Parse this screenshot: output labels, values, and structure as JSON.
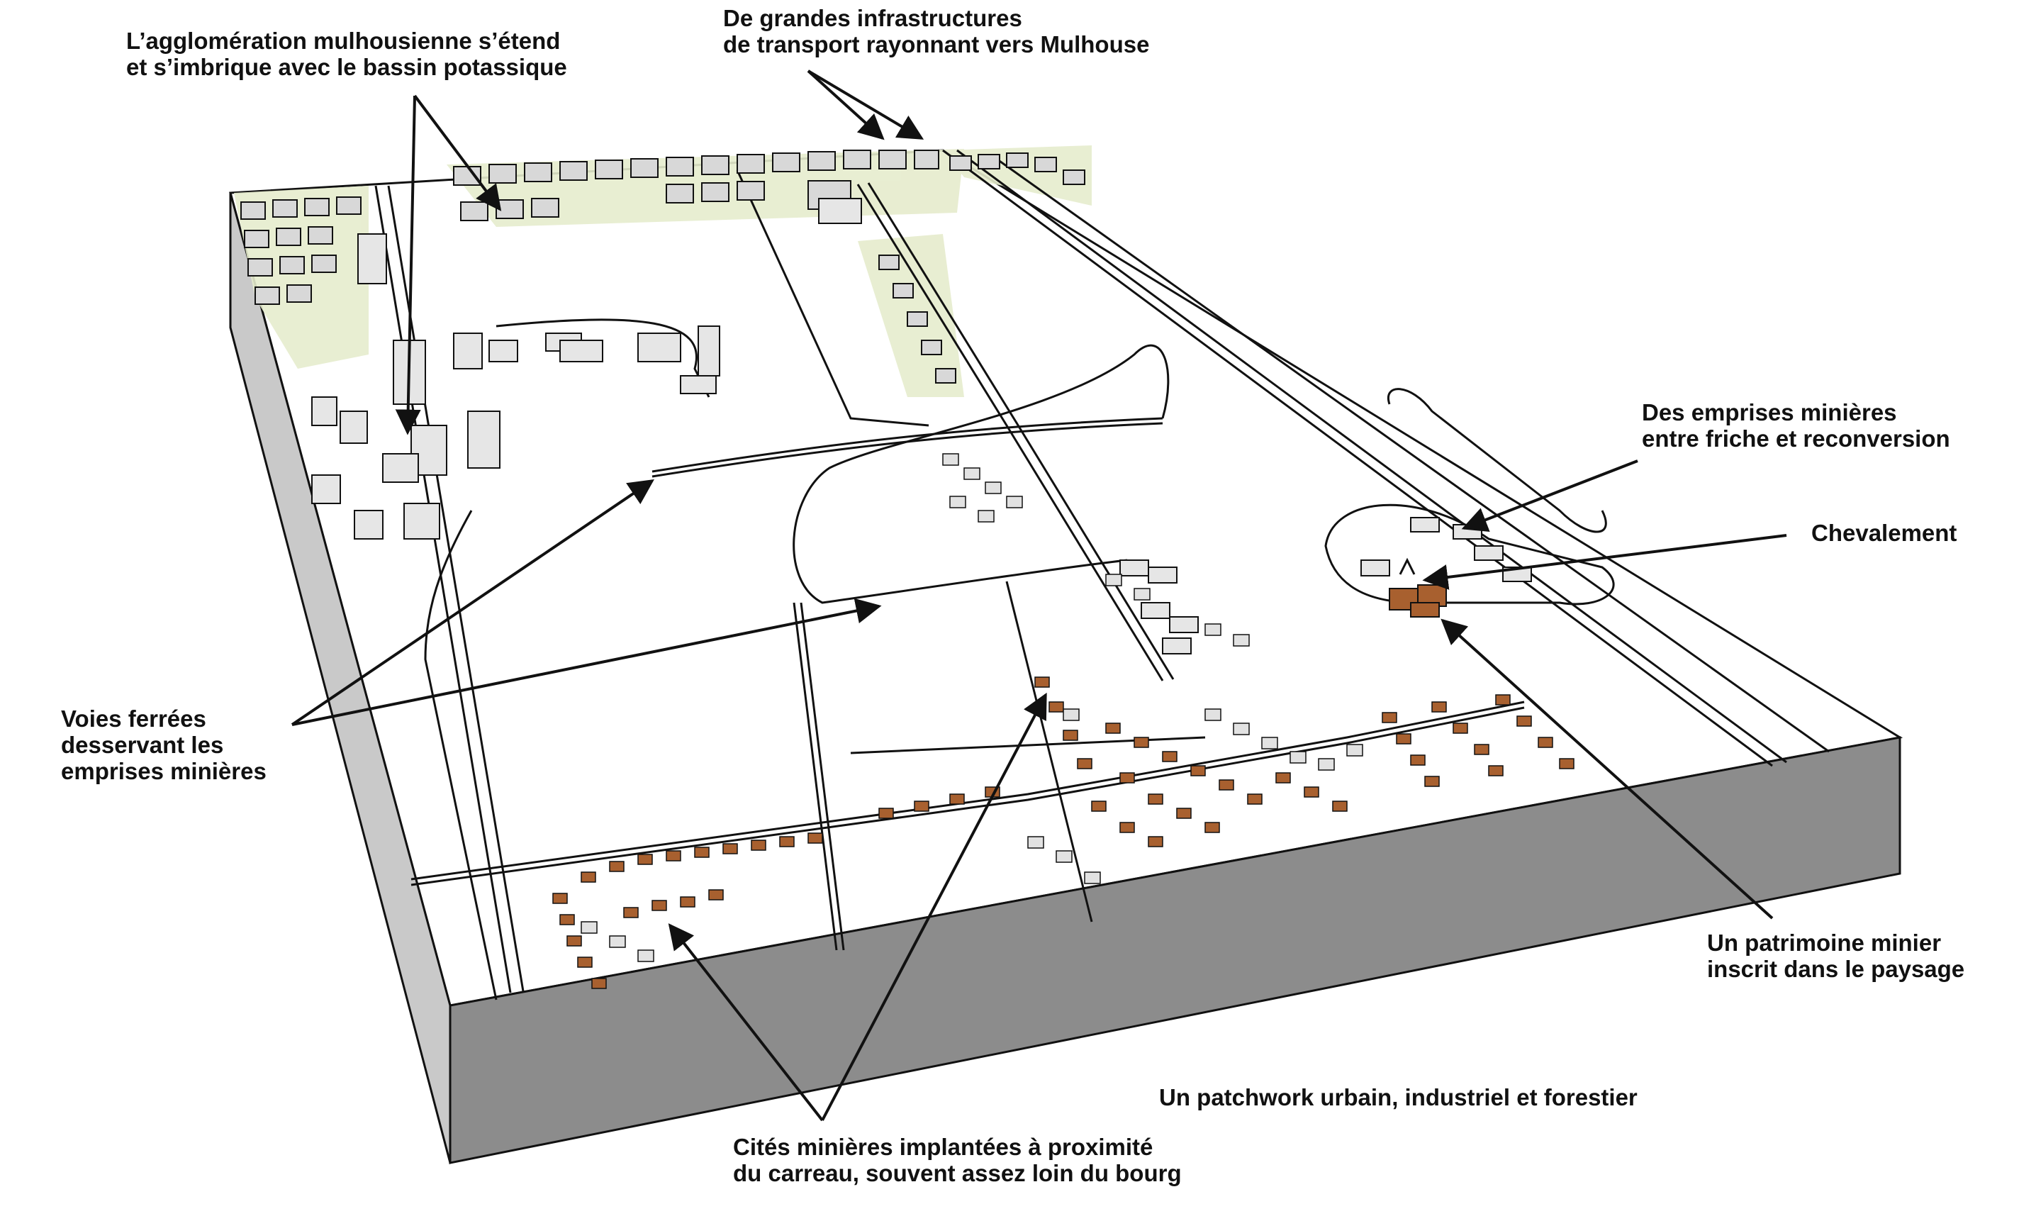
{
  "labels": {
    "agglomeration": [
      "L’agglomération mulhousienne s’étend",
      "et s’imbrique avec le bassin potassique"
    ],
    "infrastructures": [
      "De grandes infrastructures",
      "de transport rayonnant vers Mulhouse"
    ],
    "emprises": [
      "Des emprises minières",
      "entre friche et reconversion"
    ],
    "chevalement": [
      "Chevalement"
    ],
    "voies": [
      "Voies ferrées",
      "desservant les",
      "emprises minières"
    ],
    "patrimoine": [
      "Un patrimoine minier",
      "inscrit dans le paysage"
    ],
    "patchwork": [
      "Un patchwork urbain, industriel et forestier"
    ],
    "cites": [
      "Cités minières implantées à proximité",
      "du carreau, souvent assez loin du bourg"
    ]
  },
  "colors": {
    "front_face": "#8c8c8c",
    "side_face": "#c8c8c8",
    "roof_brown": "#a8602f",
    "roof_grey": "#dcdcdc",
    "green_tint": "#e6eccd",
    "ink": "#111111"
  }
}
